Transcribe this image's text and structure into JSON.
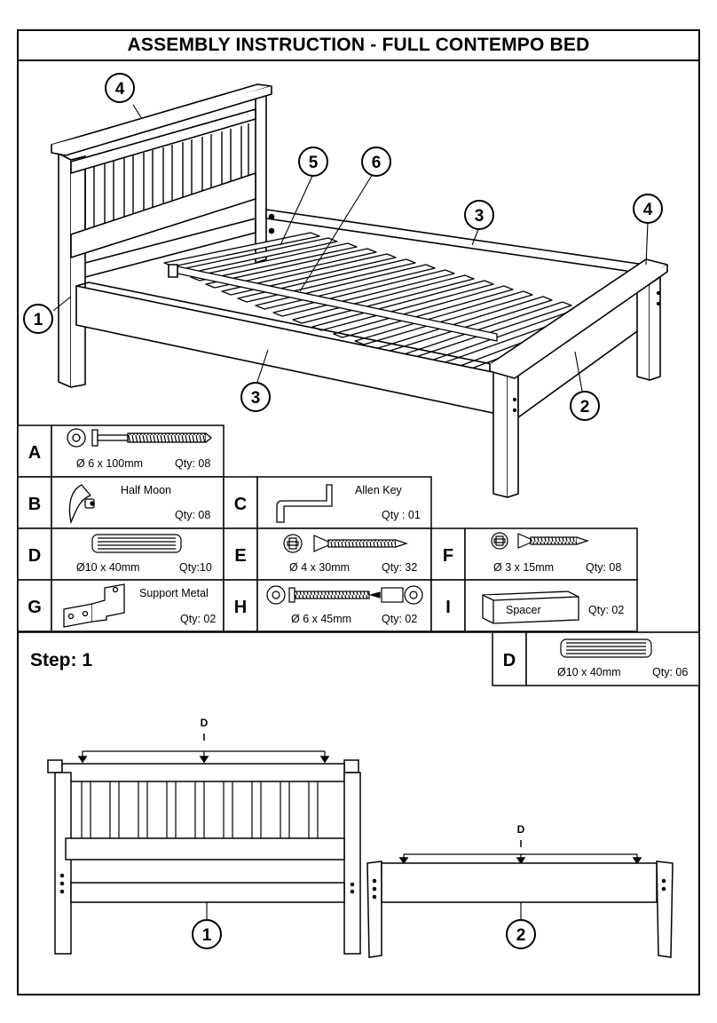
{
  "title": "ASSEMBLY INSTRUCTION - FULL CONTEMPO BED",
  "callouts": {
    "headboard_post": "1",
    "footboard": "2",
    "side_rail": "3",
    "cap": "4",
    "center_rail": "5",
    "slat": "6"
  },
  "parts": [
    {
      "letter": "A",
      "name": "",
      "size": "Ø 6 x 100mm",
      "qty": "Qty: 08",
      "icon": "bolt-with-washer-icon"
    },
    {
      "letter": "B",
      "name": "Half Moon",
      "size": "",
      "qty": "Qty: 08",
      "icon": "half-moon-nut-icon"
    },
    {
      "letter": "C",
      "name": "Allen Key",
      "size": "",
      "qty": "Qty : 01",
      "icon": "allen-key-icon"
    },
    {
      "letter": "D",
      "name": "",
      "size": "Ø10 x 40mm",
      "qty": "Qty:10",
      "icon": "wood-dowel-icon"
    },
    {
      "letter": "E",
      "name": "",
      "size": "Ø 4 x 30mm",
      "qty": "Qty: 32",
      "icon": "wood-screw-icon"
    },
    {
      "letter": "F",
      "name": "",
      "size": "Ø 3 x 15mm",
      "qty": "Qty: 08",
      "icon": "short-screw-icon"
    },
    {
      "letter": "G",
      "name": "Support Metal",
      "size": "",
      "qty": "Qty: 02",
      "icon": "support-bracket-icon"
    },
    {
      "letter": "H",
      "name": "",
      "size": "Ø 6 x 45mm",
      "qty": "Qty: 02",
      "icon": "bolt-and-barrel-nut-icon"
    },
    {
      "letter": "I",
      "name": "Spacer",
      "size": "",
      "qty": "Qty: 02",
      "icon": "spacer-block-icon"
    }
  ],
  "step": {
    "label": "Step: 1",
    "part": {
      "letter": "D",
      "size": "Ø10 x 40mm",
      "qty": "Qty: 06",
      "icon": "wood-dowel-icon"
    },
    "dowel_marker": "D",
    "headboard_callout": "1",
    "footboard_callout": "2"
  }
}
